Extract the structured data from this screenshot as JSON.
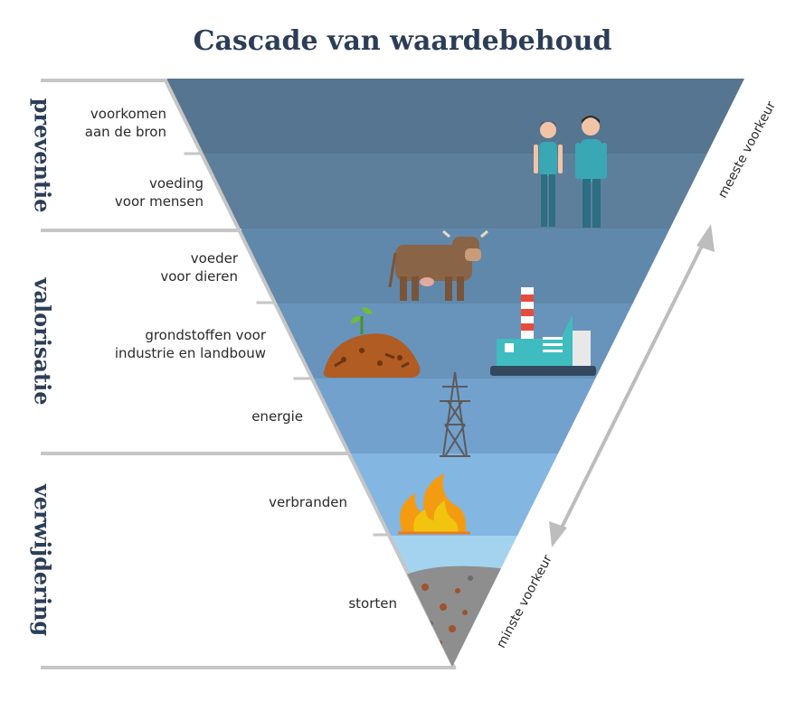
{
  "title": "Cascade van waardebehoud",
  "groups": [
    {
      "label": "preventie"
    },
    {
      "label": "valorisatie"
    },
    {
      "label": "verwijdering"
    }
  ],
  "steps": [
    {
      "label": "voorkomen\naan de bron",
      "color": "#567590"
    },
    {
      "label": "voeding\nvoor mensen",
      "color": "#5d7f9c"
    },
    {
      "label": "voeder\nvoor dieren",
      "color": "#6088ab"
    },
    {
      "label": "grondstoffen voor\nindustrie en landbouw",
      "color": "#6893bb"
    },
    {
      "label": "energie",
      "color": "#72a1cd"
    },
    {
      "label": "verbranden",
      "color": "#83b6e1"
    },
    {
      "label": "storten",
      "color": "#a3d3ee"
    }
  ],
  "arrow": {
    "top_label": "meeste voorkeur",
    "bottom_label": "minste voorkeur"
  },
  "colors": {
    "title": "#2c3e57",
    "bracket": "#c6c6c6",
    "arrow": "#bdbdbd"
  },
  "icons": [
    "people-icon",
    "cow-icon",
    "factory-icon",
    "compost-icon",
    "power-pylon-icon",
    "fire-icon",
    "landfill-icon"
  ]
}
